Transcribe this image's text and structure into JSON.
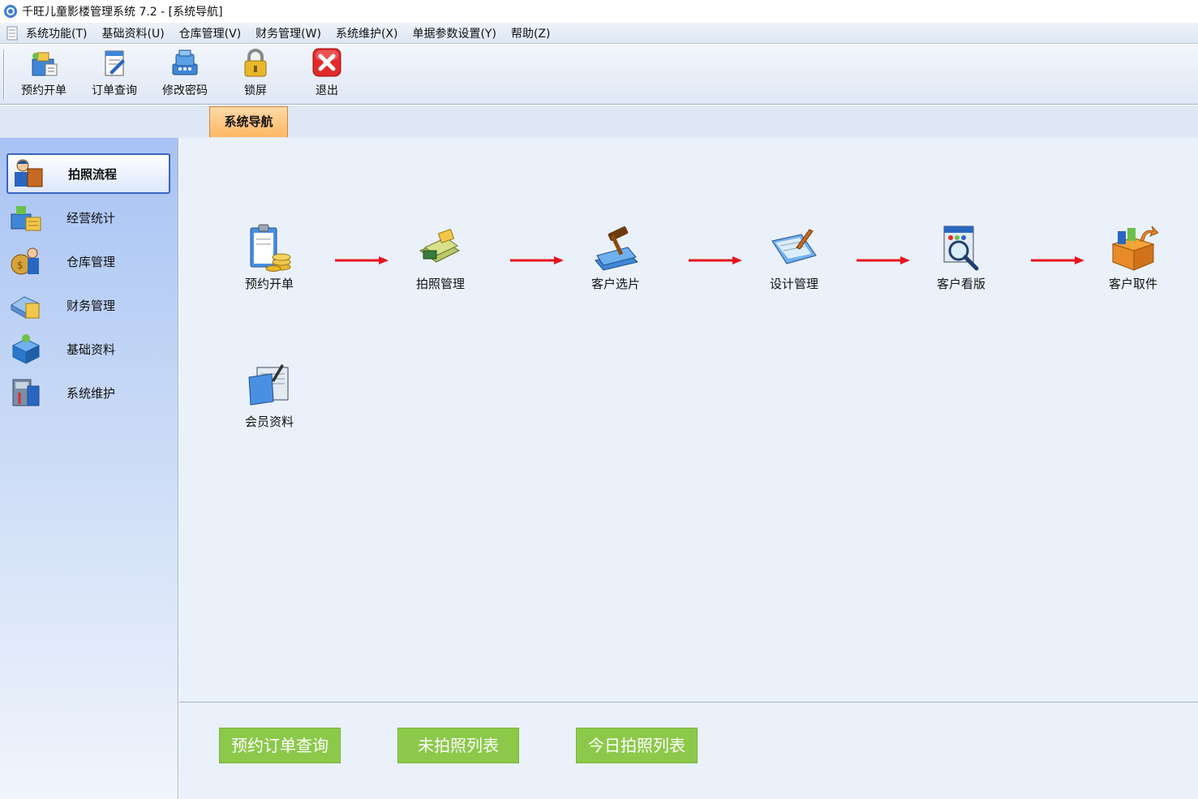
{
  "window": {
    "title": "千旺儿童影楼管理系统 7.2 - [系统导航]"
  },
  "menu": {
    "items": [
      {
        "label": "系统功能(T)"
      },
      {
        "label": "基础资料(U)"
      },
      {
        "label": "仓库管理(V)"
      },
      {
        "label": "财务管理(W)"
      },
      {
        "label": "系统维护(X)"
      },
      {
        "label": "单据参数设置(Y)"
      },
      {
        "label": "帮助(Z)"
      }
    ]
  },
  "toolbar": {
    "buttons": [
      {
        "label": "预约开单",
        "icon": "booking-icon"
      },
      {
        "label": "订单查询",
        "icon": "order-query-icon"
      },
      {
        "label": "修改密码",
        "icon": "password-icon"
      },
      {
        "label": "锁屏",
        "icon": "lock-icon"
      },
      {
        "label": "退出",
        "icon": "exit-icon"
      }
    ]
  },
  "tabs": [
    {
      "label": "系统导航",
      "active": true
    }
  ],
  "sidebar": {
    "items": [
      {
        "label": "拍照流程",
        "icon": "photographer-icon",
        "active": true
      },
      {
        "label": "经营统计",
        "icon": "statistics-icon"
      },
      {
        "label": "仓库管理",
        "icon": "warehouse-icon"
      },
      {
        "label": "财务管理",
        "icon": "finance-icon"
      },
      {
        "label": "基础资料",
        "icon": "basic-data-icon"
      },
      {
        "label": "系统维护",
        "icon": "maintenance-icon"
      }
    ]
  },
  "flow": {
    "nodes": [
      {
        "label": "预约开单",
        "icon": "clipboard-coins-icon"
      },
      {
        "label": "拍照管理",
        "icon": "photo-money-icon"
      },
      {
        "label": "客户选片",
        "icon": "gavel-icon"
      },
      {
        "label": "设计管理",
        "icon": "design-icon"
      },
      {
        "label": "客户看版",
        "icon": "magnifier-icon"
      },
      {
        "label": "客户取件",
        "icon": "package-icon"
      }
    ],
    "extra": [
      {
        "label": "会员资料",
        "icon": "member-icon"
      }
    ]
  },
  "quick_buttons": [
    {
      "label": "预约订单查询"
    },
    {
      "label": "未拍照列表"
    },
    {
      "label": "今日拍照列表"
    }
  ],
  "colors": {
    "arrow": "#e8141c",
    "green_button": "#8cc94a",
    "tab": "#ffc078",
    "active_border": "#3b63c6"
  }
}
